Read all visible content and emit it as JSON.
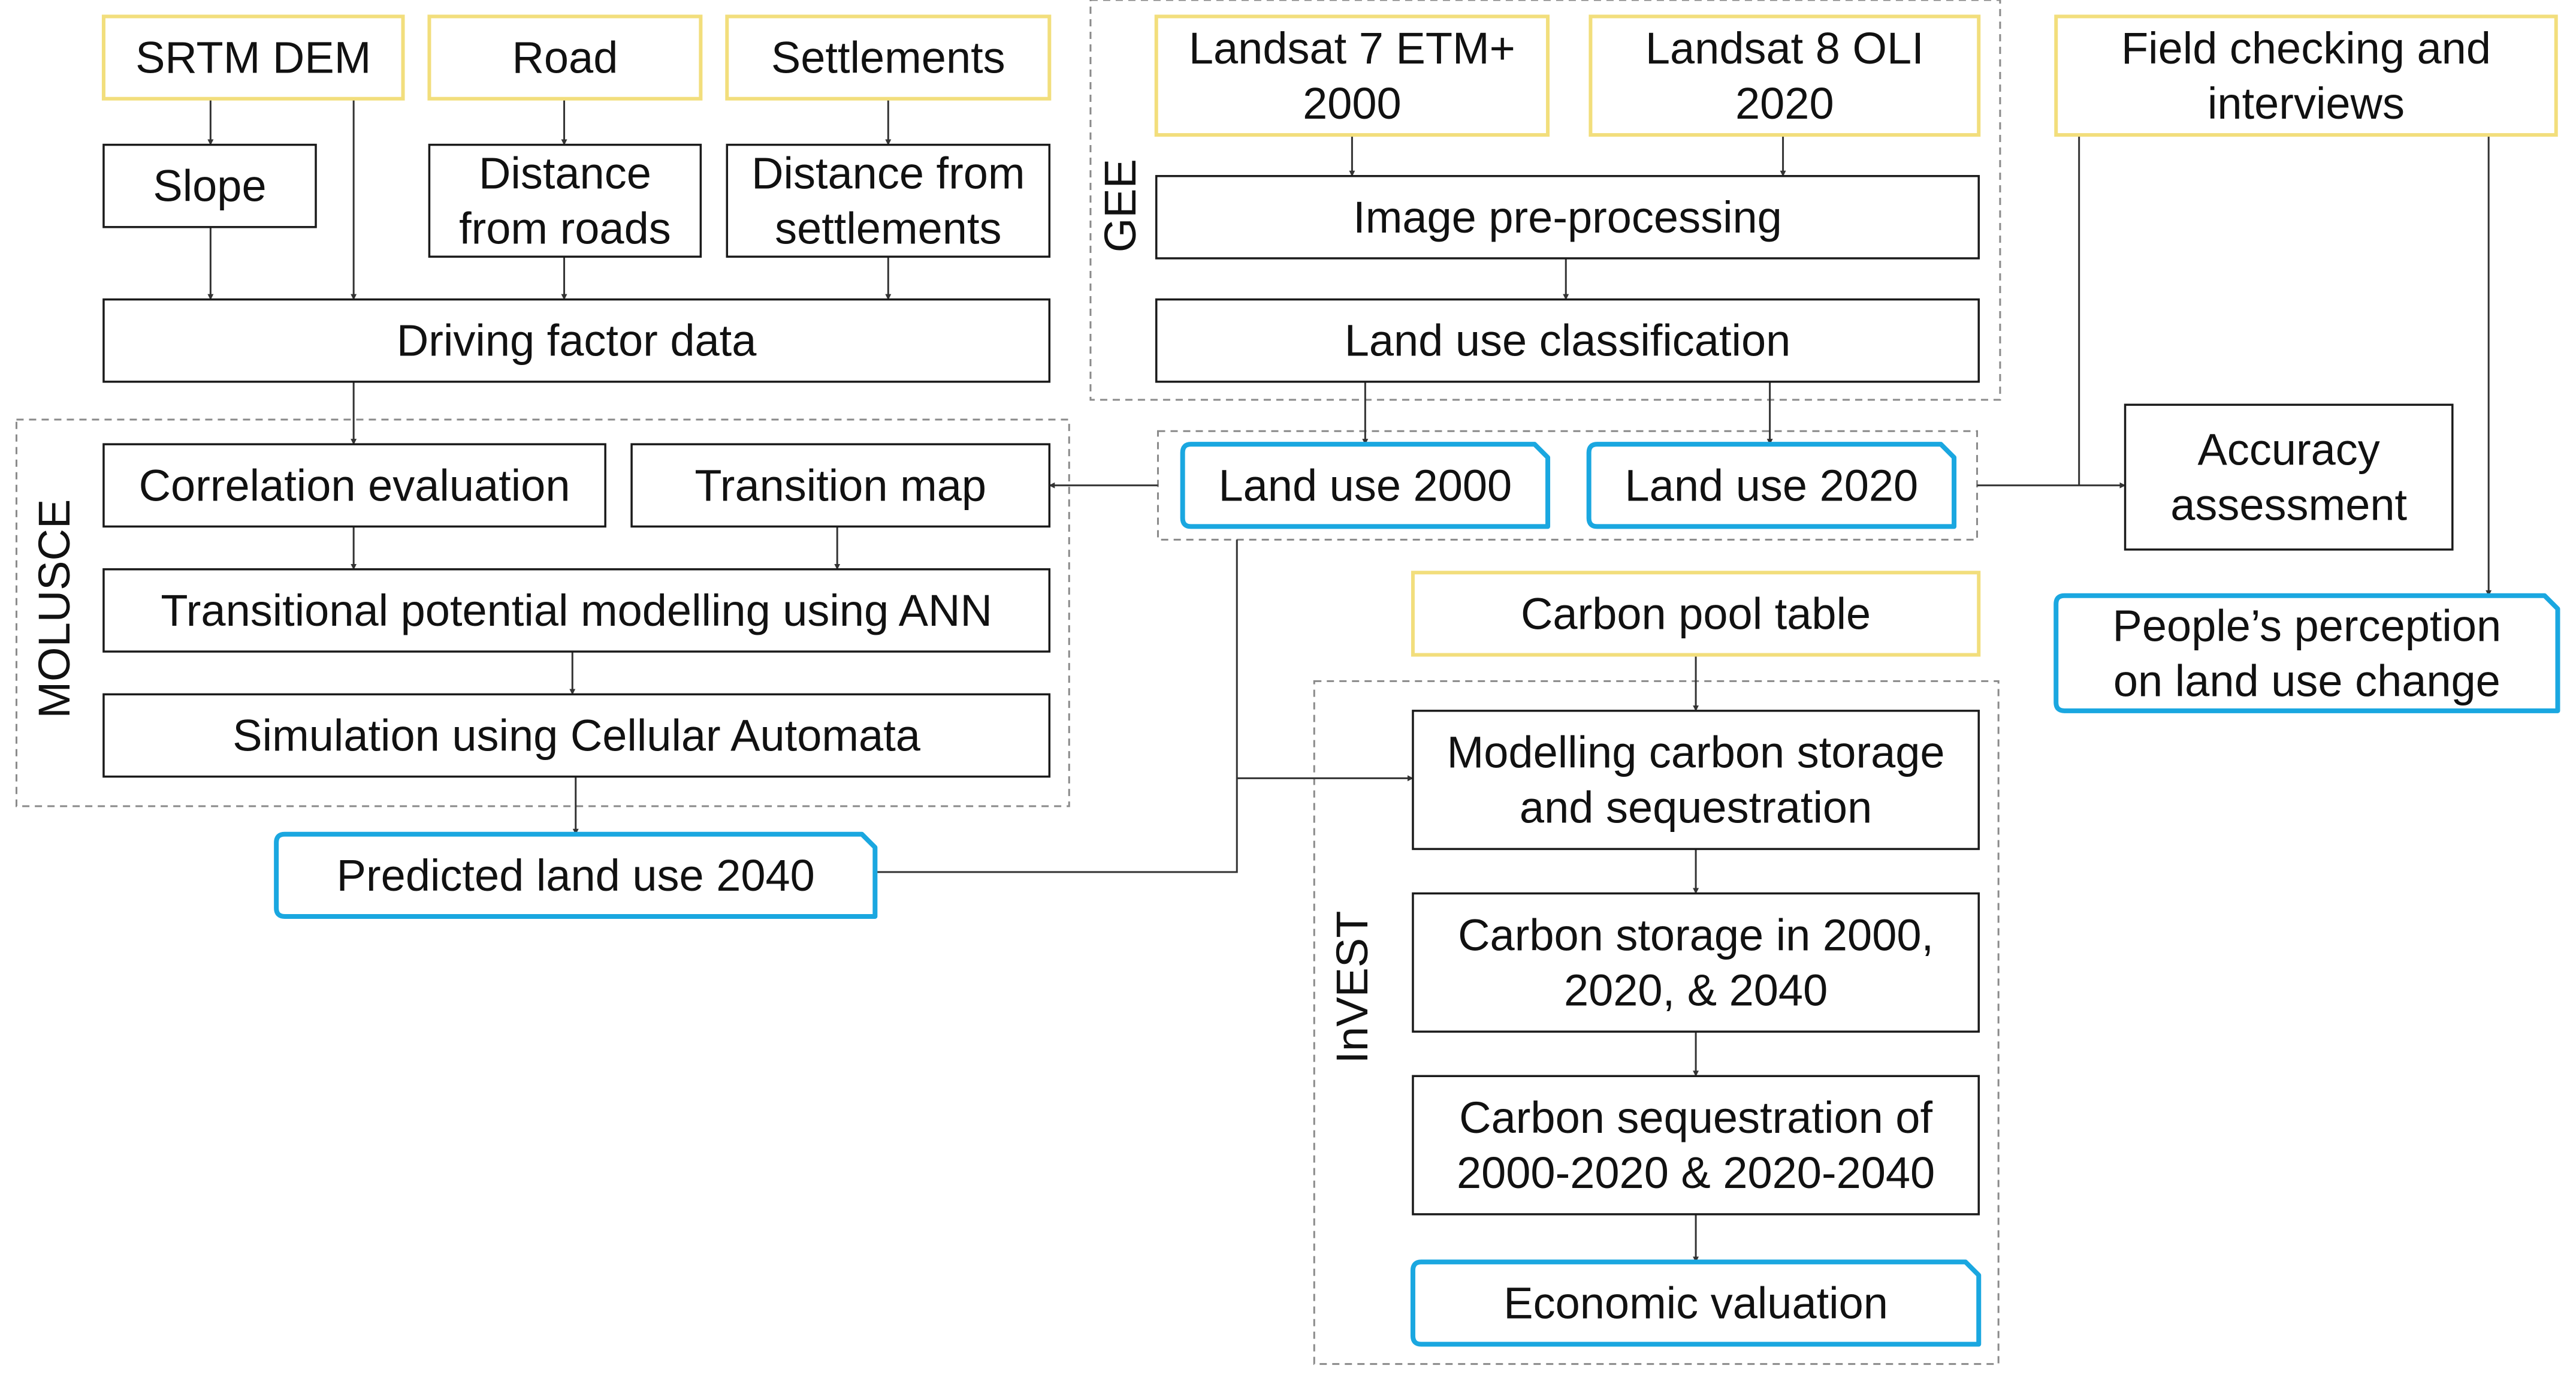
{
  "colors": {
    "input_border": "#f2de7c",
    "process_border": "#1a1a1a",
    "output_border": "#1aa7e0",
    "group_border": "#8a8a8a",
    "connector": "#333333"
  },
  "groups": {
    "molusce": "MOLUSCE",
    "gee": "GEE",
    "invest": "InVEST"
  },
  "nodes": {
    "srtm_dem": [
      "SRTM DEM"
    ],
    "road": [
      "Road"
    ],
    "settlements": [
      "Settlements"
    ],
    "slope": [
      "Slope"
    ],
    "distance_roads": [
      "Distance",
      "from roads"
    ],
    "distance_settlements": [
      "Distance from",
      "settlements"
    ],
    "driving_factor": [
      "Driving factor data"
    ],
    "correlation": [
      "Correlation evaluation"
    ],
    "transition_map": [
      "Transition map"
    ],
    "transitional_potential": [
      "Transitional potential modelling using ANN"
    ],
    "simulation_ca": [
      "Simulation using Cellular Automata"
    ],
    "predicted_2040": [
      "Predicted land use 2040"
    ],
    "landsat7": [
      "Landsat 7 ETM+",
      "2000"
    ],
    "landsat8": [
      "Landsat 8 OLI",
      "2020"
    ],
    "preprocessing": [
      "Image pre-processing"
    ],
    "classification": [
      "Land use classification"
    ],
    "landuse_2000": [
      "Land use 2000"
    ],
    "landuse_2020": [
      "Land use 2020"
    ],
    "field_checking": [
      "Field checking and",
      "interviews"
    ],
    "accuracy": [
      "Accuracy",
      "assessment"
    ],
    "perception": [
      "People’s perception",
      "on land use change"
    ],
    "carbon_pool": [
      "Carbon pool table"
    ],
    "modelling_carbon": [
      "Modelling carbon storage",
      "and sequestration"
    ],
    "carbon_storage": [
      "Carbon storage in 2000,",
      "2020, & 2040"
    ],
    "carbon_sequestration": [
      "Carbon sequestration of",
      "2000-2020 & 2020-2040"
    ],
    "economic": [
      "Economic valuation"
    ]
  }
}
